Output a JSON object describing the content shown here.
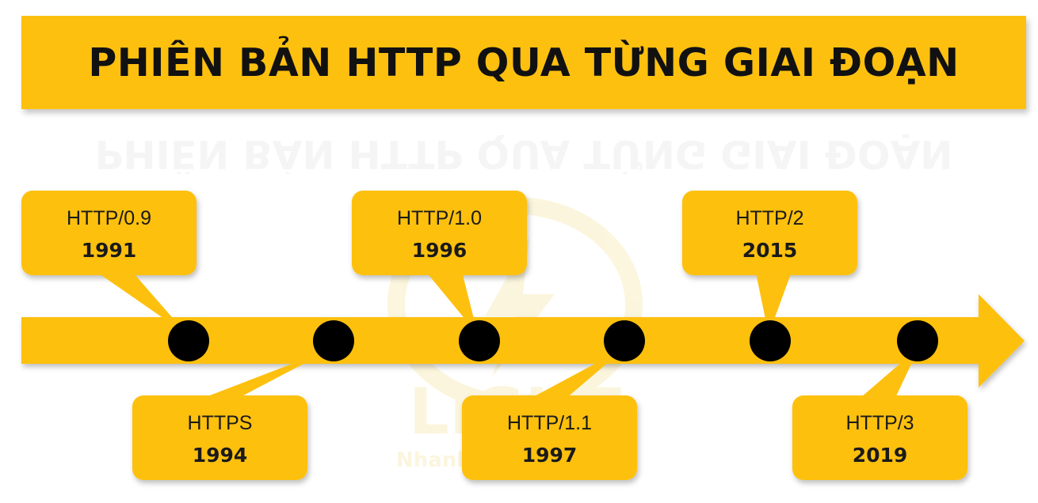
{
  "title": "PHIÊN BẢN HTTP QUA TỪNG GIAI ĐOẠN",
  "colors": {
    "accent": "#FDC00F",
    "dot": "#000000",
    "text": "#1a1a1a"
  },
  "timeline": [
    {
      "version": "HTTP/0.9",
      "year": "1991",
      "position": "above"
    },
    {
      "version": "HTTPS",
      "year": "1994",
      "position": "below"
    },
    {
      "version": "HTTP/1.0",
      "year": "1996",
      "position": "above"
    },
    {
      "version": "HTTP/1.1",
      "year": "1997",
      "position": "below"
    },
    {
      "version": "HTTP/2",
      "year": "2015",
      "position": "above"
    },
    {
      "version": "HTTP/3",
      "year": "2019",
      "position": "below"
    }
  ],
  "watermark": {
    "logo_text": "LIGHT",
    "tagline": "Nhanh"
  }
}
